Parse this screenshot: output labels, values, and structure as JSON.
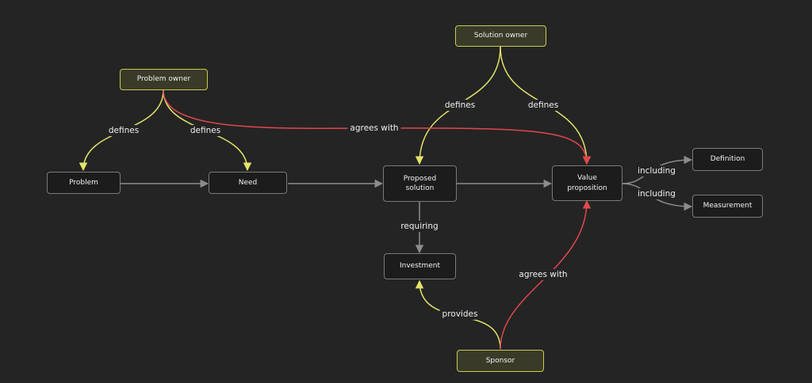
{
  "colors": {
    "background": "#242424",
    "edge_default": "#8c8c8c",
    "edge_defines": "#e4e46a",
    "edge_agrees": "#e2474d",
    "actor_fill": "#3a3a28",
    "actor_border": "#c9cc4e"
  },
  "nodes": {
    "problem_owner": "Problem owner",
    "solution_owner": "Solution owner",
    "problem": "Problem",
    "need": "Need",
    "proposed_solution": "Proposed\nsolution",
    "value_proposition": "Value\nproposition",
    "definition": "Definition",
    "measurement": "Measurement",
    "investment": "Investment",
    "sponsor": "Sponsor"
  },
  "edge_labels": {
    "po_defines_problem": "defines",
    "po_defines_need": "defines",
    "po_agrees_with_value": "agrees with",
    "so_defines_solution": "defines",
    "so_defines_value": "defines",
    "value_including_definition": "including",
    "value_including_measurement": "including",
    "solution_requiring_investment": "requiring",
    "sponsor_provides_investment": "provides",
    "sponsor_agrees_with_value": "agrees with"
  }
}
